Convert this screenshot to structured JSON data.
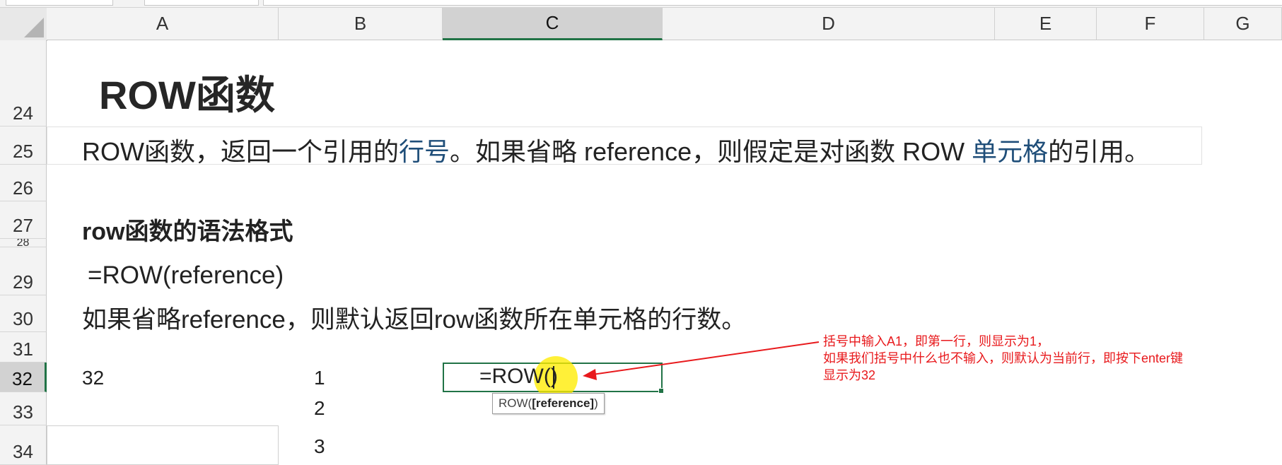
{
  "sheet": {
    "columns": [
      "A",
      "B",
      "C",
      "D",
      "E",
      "F",
      "G"
    ],
    "selected_column": "C",
    "rows": [
      "24",
      "25",
      "26",
      "27",
      "28",
      "29",
      "30",
      "31",
      "32",
      "33",
      "34"
    ],
    "selected_row": "32"
  },
  "content": {
    "title": "ROW函数",
    "desc_part1": "ROW函数，返回一个引用的",
    "desc_link1": "行号",
    "desc_part2": "。如果省略 reference，则假定是对函数 ROW ",
    "desc_link2": "单元格",
    "desc_part3": "的引用。",
    "syntax_heading": "row函数的语法格式",
    "syntax": "=ROW(reference)",
    "omit_note": "如果省略reference，则默认返回row函数所在单元格的行数。"
  },
  "cells": {
    "a32": "32",
    "b32": "1",
    "b33": "2",
    "b34": "3",
    "c32_formula": "=ROW()"
  },
  "tooltip": {
    "prefix": "ROW(",
    "arg": "[reference]",
    "suffix": ")"
  },
  "annotation": {
    "line1": "括号中输入A1，即第一行，则显示为1，",
    "line2": "如果我们括号中什么也不输入，则默认为当前行，即按下enter键",
    "line3": "显示为32",
    "color": "#e8191c"
  },
  "colors": {
    "accent": "#217346",
    "link": "#1f4e79",
    "cursor_highlight": "#ffec00"
  }
}
